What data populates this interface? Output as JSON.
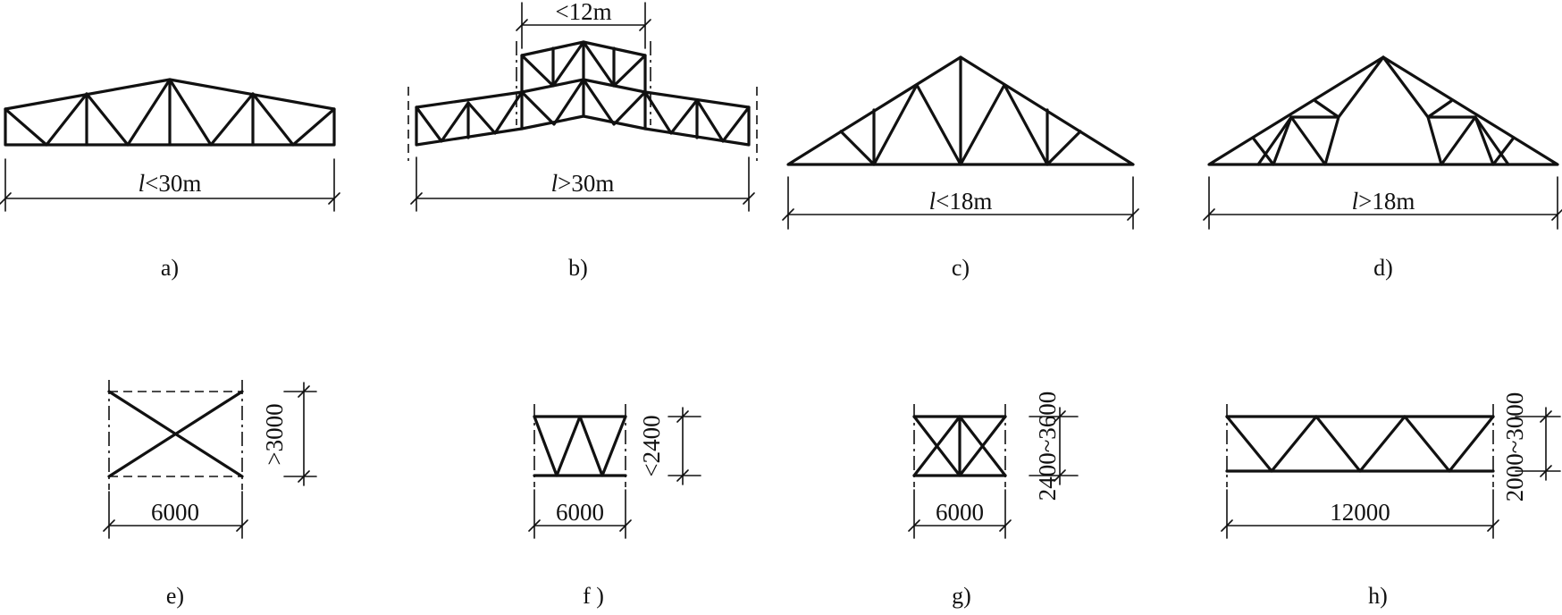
{
  "figures": [
    {
      "id": "a",
      "caption": "a)",
      "dimension": {
        "var": "l",
        "op": "<",
        "value": "30m"
      }
    },
    {
      "id": "b",
      "caption": "b)",
      "dimension": {
        "var": "l",
        "op": ">",
        "value": "30m"
      },
      "top_dimension": "<12m"
    },
    {
      "id": "c",
      "caption": "c)",
      "dimension": {
        "var": "l",
        "op": "<",
        "value": "18m"
      }
    },
    {
      "id": "d",
      "caption": "d)",
      "dimension": {
        "var": "l",
        "op": ">",
        "value": "18m"
      }
    },
    {
      "id": "e",
      "caption": "e)",
      "width_label": "6000",
      "height_label": ">3000"
    },
    {
      "id": "f",
      "caption": "f )",
      "width_label": "6000",
      "height_label": "<2400"
    },
    {
      "id": "g",
      "caption": "g)",
      "width_label": "6000",
      "height_label": "2400~3600"
    },
    {
      "id": "h",
      "caption": "h)",
      "width_label": "12000",
      "height_label": "2000~3000"
    }
  ],
  "colors": {
    "line": "#111111",
    "background": "#ffffff"
  }
}
